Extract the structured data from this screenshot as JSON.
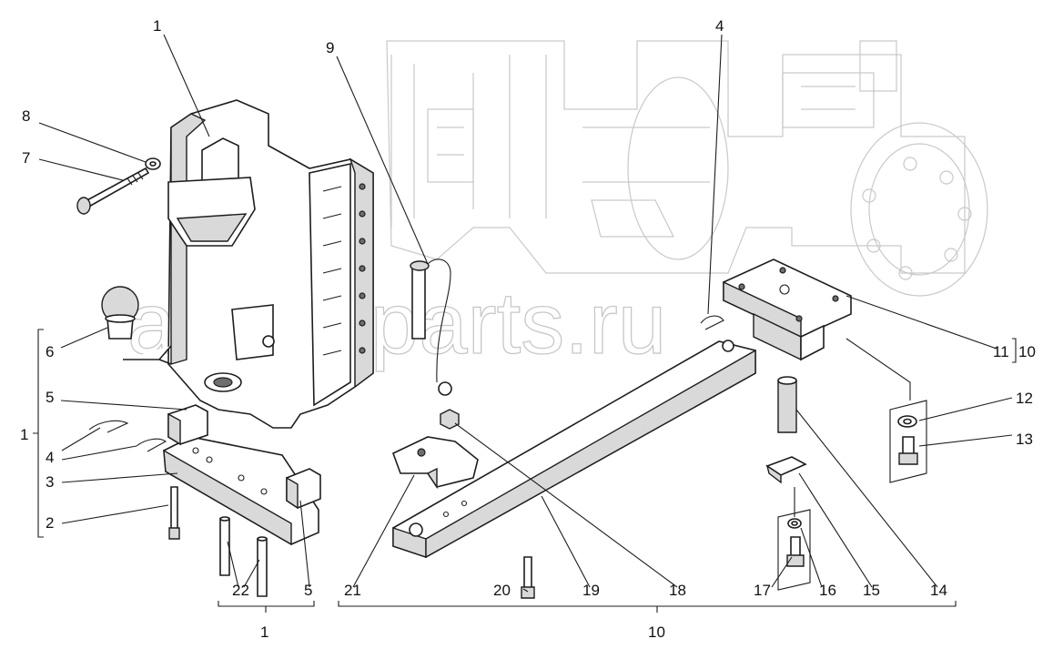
{
  "watermark": "ansat-parts.ru",
  "colors": {
    "ink": "#111111",
    "ghost": "#c9c9c9",
    "watermark": "#9a9a9a"
  },
  "callouts": {
    "c1_top": "1",
    "c4_top": "4",
    "c9": "9",
    "c8": "8",
    "c7": "7",
    "c6": "6",
    "c5_upper": "5",
    "c4_left": "4",
    "c1_left": "1",
    "c3": "3",
    "c2": "2",
    "c22": "22",
    "c5_lower": "5",
    "c1_bottom": "1",
    "c21": "21",
    "c20": "20",
    "c19": "19",
    "c18": "18",
    "c17": "17",
    "c16": "16",
    "c15": "15",
    "c14": "14",
    "c13": "13",
    "c12": "12",
    "c11": "11",
    "c10_right": "10",
    "c10_bottom": "10"
  }
}
